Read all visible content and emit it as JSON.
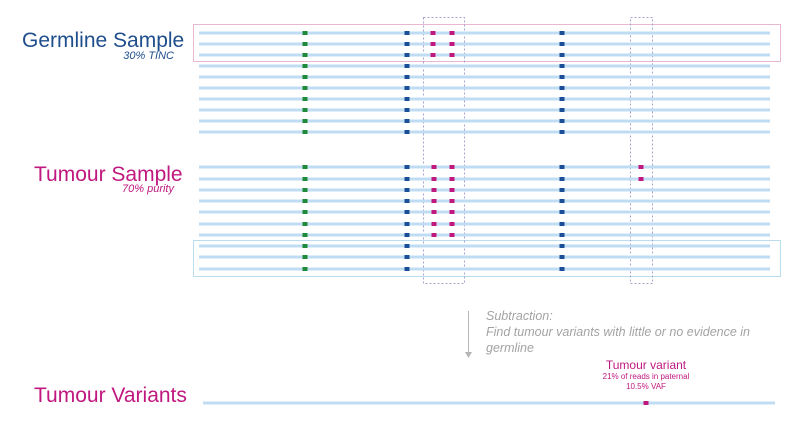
{
  "germline": {
    "title": "Germline Sample",
    "subtitle": "30% TINC"
  },
  "tumour": {
    "title": "Tumour Sample",
    "subtitle": "70% purity"
  },
  "note": {
    "line1": "Subtraction:",
    "line2": "Find tumour variants with little or no evidence in",
    "line3": "germline"
  },
  "variants": {
    "title": "Tumour Variants",
    "callout_title": "Tumour variant",
    "callout_line1": "21% of reads in paternal",
    "callout_line2": "10.5% VAF"
  },
  "colors": {
    "read": "#bfdcf2",
    "green_marker": "#1e8a3a",
    "blue_marker": "#1a4f98",
    "magenta_marker": "#c0187f",
    "box_blue": "#b9dcef",
    "box_pink": "#e7b8cf",
    "dotted": "#a4a4cc"
  }
}
